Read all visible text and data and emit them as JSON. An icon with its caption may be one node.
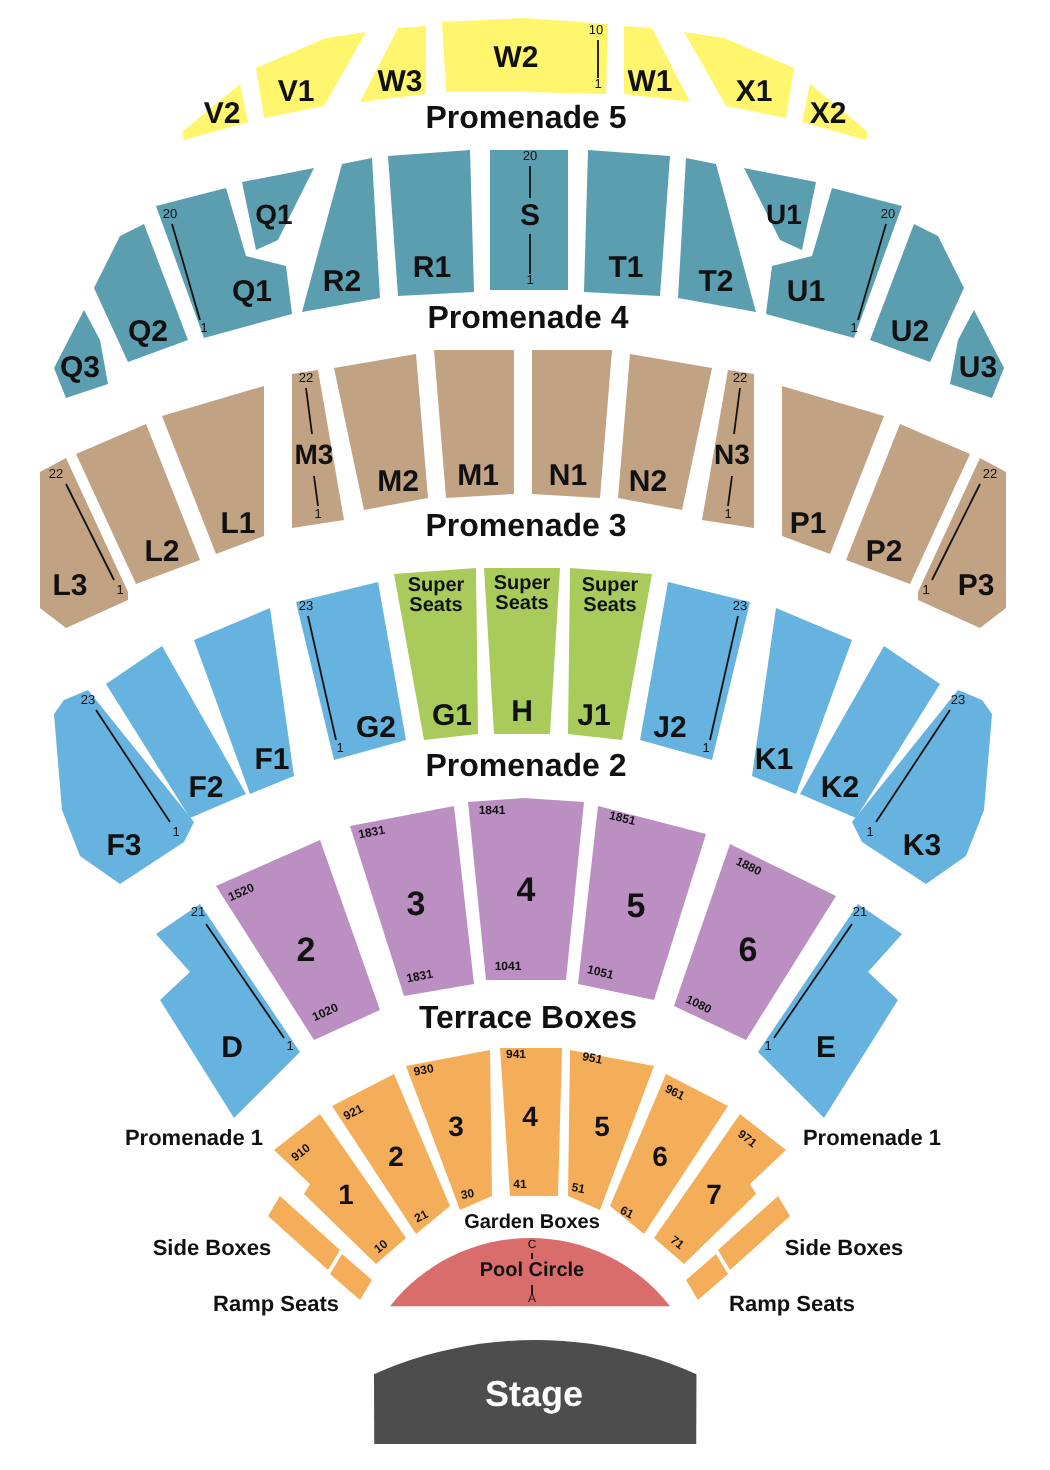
{
  "diagram": {
    "nodes": [
      {
        "text": [
          "V2"
        ]
      },
      {
        "text": [
          "V1"
        ]
      },
      {
        "text": [
          "W3"
        ]
      },
      {
        "text": [
          "10",
          "W2",
          "1"
        ]
      },
      {
        "text": [
          "W1"
        ]
      },
      {
        "text": [
          "X1"
        ]
      },
      {
        "text": [
          "X2"
        ]
      },
      {
        "text": [
          "Q3"
        ]
      },
      {
        "text": [
          "Q2"
        ]
      },
      {
        "text": [
          "20",
          "Q1",
          "1"
        ]
      },
      {
        "text": [
          "Q1"
        ]
      },
      {
        "text": [
          "R2"
        ]
      },
      {
        "text": [
          "R1"
        ]
      },
      {
        "text": [
          "20",
          "S",
          "1"
        ]
      },
      {
        "text": [
          "T1"
        ]
      },
      {
        "text": [
          "T2"
        ]
      },
      {
        "text": [
          "U1"
        ]
      },
      {
        "text": [
          "20",
          "U1",
          "1"
        ]
      },
      {
        "text": [
          "U2"
        ]
      },
      {
        "text": [
          "U3"
        ]
      },
      {
        "text": [
          "22",
          "L3",
          "1"
        ]
      },
      {
        "text": [
          "L2"
        ]
      },
      {
        "text": [
          "L1"
        ]
      },
      {
        "text": [
          "22",
          "M3",
          "1"
        ]
      },
      {
        "text": [
          "M2"
        ]
      },
      {
        "text": [
          "M1"
        ]
      },
      {
        "text": [
          "N1"
        ]
      },
      {
        "text": [
          "N2"
        ]
      },
      {
        "text": [
          "22",
          "N3",
          "1"
        ]
      },
      {
        "text": [
          "P1"
        ]
      },
      {
        "text": [
          "P2"
        ]
      },
      {
        "text": [
          "22",
          "1",
          "P3"
        ]
      },
      {
        "text": [
          "23",
          "1",
          "F3"
        ]
      },
      {
        "text": [
          "F2"
        ]
      },
      {
        "text": [
          "F1"
        ]
      },
      {
        "text": [
          "23",
          "G2",
          "1"
        ]
      },
      {
        "text": [
          "Super Seats",
          "G1"
        ]
      },
      {
        "text": [
          "Super Seats",
          "H"
        ]
      },
      {
        "text": [
          "Super Seats",
          "J1"
        ]
      },
      {
        "text": [
          "23",
          "J2",
          "1"
        ]
      },
      {
        "text": [
          "K1"
        ]
      },
      {
        "text": [
          "K2"
        ]
      },
      {
        "text": [
          "23",
          "1",
          "K3"
        ]
      },
      {
        "text": [
          "21",
          "D",
          "1"
        ]
      },
      {
        "text": [
          "1520",
          "2",
          "1020"
        ]
      },
      {
        "text": [
          "1831",
          "3",
          "1831"
        ]
      },
      {
        "text": [
          "1841",
          "4",
          "1041"
        ]
      },
      {
        "text": [
          "1851",
          "5",
          "1051"
        ]
      },
      {
        "text": [
          "1880",
          "6",
          "1080"
        ]
      },
      {
        "text": [
          "21",
          "1",
          "E"
        ]
      },
      {
        "text": [
          "910",
          "1",
          "10"
        ]
      },
      {
        "text": [
          "921",
          "2",
          "21"
        ]
      },
      {
        "text": [
          "930",
          "3",
          "30"
        ]
      },
      {
        "text": [
          "941",
          "4",
          "41"
        ]
      },
      {
        "text": [
          "951",
          "5",
          "51"
        ]
      },
      {
        "text": [
          "961",
          "6",
          "61"
        ]
      },
      {
        "text": [
          "971",
          "7",
          "71"
        ]
      },
      {
        "text": [],
        "shape": "box",
        "beside": [
          "Side Boxes"
        ]
      },
      {
        "text": [],
        "shape": "box",
        "beside": [
          "Ramp Seats"
        ]
      },
      {
        "text": [],
        "shape": "box",
        "beside": [
          "Side Boxes"
        ]
      },
      {
        "text": [],
        "shape": "box",
        "beside": [
          "Ramp Seats"
        ]
      },
      {
        "text": [
          "C",
          "Pool Circle",
          "A"
        ]
      },
      {
        "text": [
          "Stage"
        ]
      }
    ],
    "labels": [
      "Promenade 5",
      "Promenade 4",
      "Promenade 3",
      "Promenade 2",
      "Terrace Boxes",
      "Promenade 1",
      "Promenade 1",
      "Garden Boxes"
    ]
  }
}
